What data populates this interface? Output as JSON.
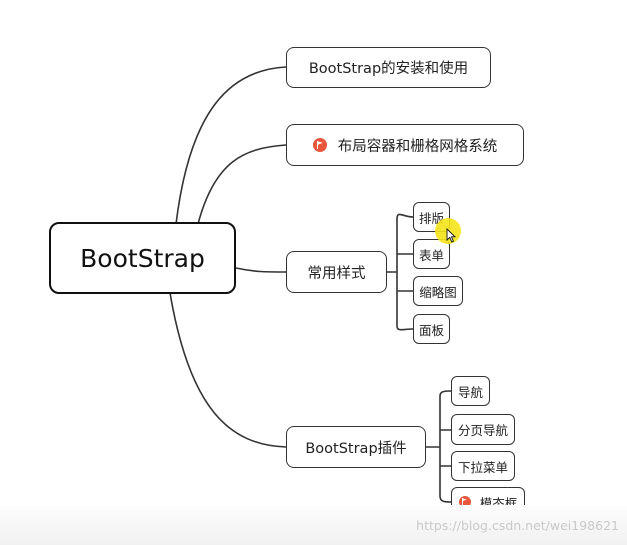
{
  "root": {
    "label": "BootStrap"
  },
  "branches": [
    {
      "label": "BootStrap的安装和使用",
      "flag": false
    },
    {
      "label": "布局容器和栅格网格系统",
      "flag": true,
      "flag_icon": "red-flag-icon"
    },
    {
      "label": "常用样式",
      "flag": false,
      "children": [
        {
          "label": "排版",
          "flag": false
        },
        {
          "label": "表单",
          "flag": false
        },
        {
          "label": "缩略图",
          "flag": false
        },
        {
          "label": "面板",
          "flag": false
        }
      ]
    },
    {
      "label": "BootStrap插件",
      "flag": false,
      "children": [
        {
          "label": "导航",
          "flag": false
        },
        {
          "label": "分页导航",
          "flag": false
        },
        {
          "label": "下拉菜单",
          "flag": false
        },
        {
          "label": "模态框",
          "flag": true,
          "flag_icon": "red-flag-icon"
        }
      ]
    }
  ],
  "watermark": "https://blog.csdn.net/wei198621",
  "colors": {
    "line": "#333333",
    "flag": "#e8573b",
    "cursor_highlight": "#f4e41a"
  }
}
